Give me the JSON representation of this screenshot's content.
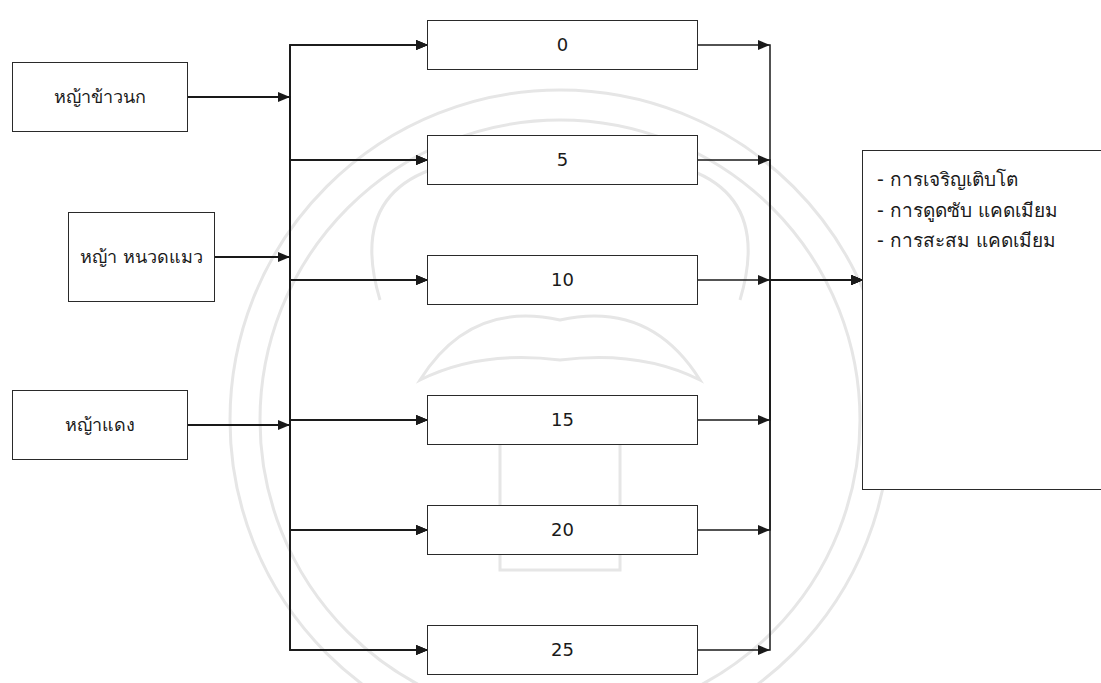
{
  "diagram": {
    "nodes": [
      {
        "text": [
          "หญ้าข้าวนก"
        ]
      },
      {
        "text": [
          "หญ้า หนวดแมว"
        ]
      },
      {
        "text": [
          "หญ้าแดง"
        ]
      },
      {
        "text": [
          "0"
        ]
      },
      {
        "text": [
          "5"
        ]
      },
      {
        "text": [
          "10"
        ]
      },
      {
        "text": [
          "15"
        ]
      },
      {
        "text": [
          "20"
        ]
      },
      {
        "text": [
          "25"
        ]
      },
      {
        "text": [
          "- การเจริญเติบโต",
          "- การดูดซับ แคดเมียม",
          "- การสะสม แคดเมียม"
        ]
      }
    ],
    "edges": [
      {
        "from": 0,
        "to": 3,
        "arrow": "to"
      },
      {
        "from": 0,
        "to": 4,
        "arrow": "to"
      },
      {
        "from": 0,
        "to": 5,
        "arrow": "to"
      },
      {
        "from": 0,
        "to": 6,
        "arrow": "to"
      },
      {
        "from": 0,
        "to": 7,
        "arrow": "to"
      },
      {
        "from": 0,
        "to": 8,
        "arrow": "to"
      },
      {
        "from": 1,
        "to": 3,
        "arrow": "to"
      },
      {
        "from": 1,
        "to": 4,
        "arrow": "to"
      },
      {
        "from": 1,
        "to": 5,
        "arrow": "to"
      },
      {
        "from": 1,
        "to": 6,
        "arrow": "to"
      },
      {
        "from": 1,
        "to": 7,
        "arrow": "to"
      },
      {
        "from": 1,
        "to": 8,
        "arrow": "to"
      },
      {
        "from": 2,
        "to": 3,
        "arrow": "to"
      },
      {
        "from": 2,
        "to": 4,
        "arrow": "to"
      },
      {
        "from": 2,
        "to": 5,
        "arrow": "to"
      },
      {
        "from": 2,
        "to": 6,
        "arrow": "to"
      },
      {
        "from": 2,
        "to": 7,
        "arrow": "to"
      },
      {
        "from": 2,
        "to": 8,
        "arrow": "to"
      },
      {
        "from": 3,
        "to": 9,
        "arrow": "to"
      },
      {
        "from": 4,
        "to": 9,
        "arrow": "to"
      },
      {
        "from": 5,
        "to": 9,
        "arrow": "to"
      },
      {
        "from": 6,
        "to": 9,
        "arrow": "to"
      },
      {
        "from": 7,
        "to": 9,
        "arrow": "to"
      },
      {
        "from": 8,
        "to": 9,
        "arrow": "to"
      }
    ]
  }
}
